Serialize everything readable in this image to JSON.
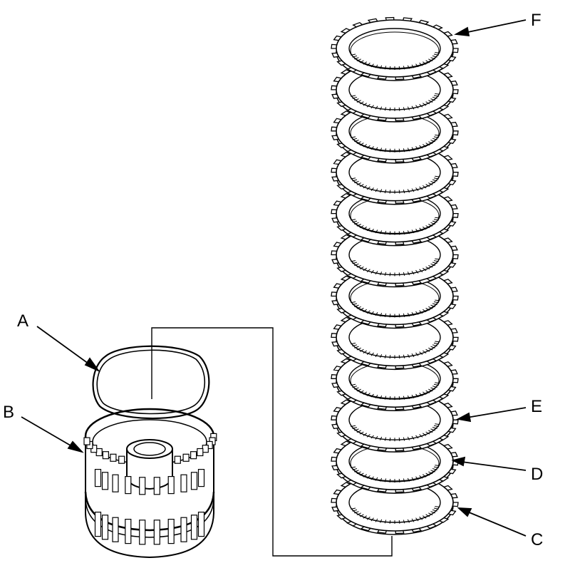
{
  "labels": {
    "A": "A",
    "B": "B",
    "C": "C",
    "D": "D",
    "E": "E",
    "F": "F"
  },
  "colors": {
    "line": "#000000",
    "fill": "#ffffff",
    "shade": "#e6e6e6"
  },
  "parts": {
    "clutch_plate_count": 12
  }
}
